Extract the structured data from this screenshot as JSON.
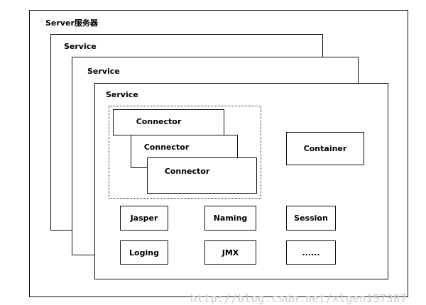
{
  "server": {
    "label": "Server服务器"
  },
  "services": [
    {
      "label": "Service"
    },
    {
      "label": "Service"
    },
    {
      "label": "Service"
    }
  ],
  "connectors": [
    {
      "label": "Connector"
    },
    {
      "label": "Connector"
    },
    {
      "label": "Connector"
    }
  ],
  "container": {
    "label": "Container"
  },
  "components": [
    {
      "label": "Jasper"
    },
    {
      "label": "Naming"
    },
    {
      "label": "Session"
    },
    {
      "label": "Loging"
    },
    {
      "label": "JMX"
    },
    {
      "label": "......"
    }
  ],
  "watermark": {
    "text": "http://blog.csdn.net/xlgen157387"
  }
}
